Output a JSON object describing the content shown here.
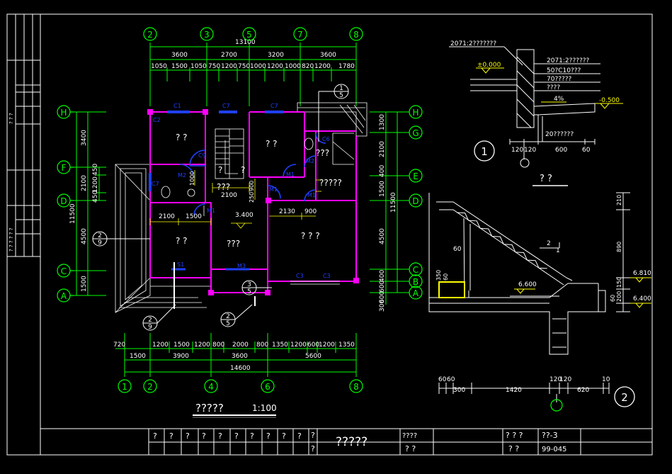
{
  "sheet": {
    "left_strip_upper": "? ? ?",
    "left_strip_lower": "? ? ? ? ? ?",
    "plan_title": "?????",
    "plan_scale": "1:100",
    "title_block": {
      "sign_cells": [
        "?",
        "?",
        "?",
        "?",
        "?",
        "?",
        "?",
        "?",
        "?",
        "?"
      ],
      "q_cells": [
        "?",
        "?"
      ],
      "drawing_name": "?????",
      "project_label": "????",
      "project_value": "? ?",
      "drawing_no_label": "? ? ?",
      "drawing_no": "??-3",
      "date_label": "? ?",
      "date_value": "99-045"
    }
  },
  "plan": {
    "axes_top": [
      "2",
      "3",
      "5",
      "7",
      "8"
    ],
    "axes_bottom": [
      "1",
      "2",
      "4",
      "6",
      "8"
    ],
    "axes_left": [
      "H",
      "F",
      "D",
      "C",
      "A"
    ],
    "axes_right": [
      "H",
      "G",
      "E",
      "D",
      "C",
      "B",
      "A"
    ],
    "dims_top": {
      "overall": "13100",
      "bays": [
        "3600",
        "2700",
        "3200",
        "3600"
      ],
      "sub": [
        "1050",
        "1500",
        "1050",
        "750",
        "1200",
        "750",
        "1000",
        "1200",
        "1000",
        "820",
        "1200",
        "1780"
      ]
    },
    "dims_bottom": {
      "sub": [
        "720",
        "1200",
        "1500",
        "1200",
        "800",
        "2000",
        "800",
        "1350",
        "1200",
        "600",
        "1200",
        "1350"
      ],
      "bays": [
        "1500",
        "3900",
        "3600",
        "5600"
      ],
      "overall": "14600"
    },
    "dims_left": {
      "bays": [
        "3400",
        "2100",
        "4500",
        "1500"
      ],
      "overall": "11500",
      "sub": [
        "450",
        "1200",
        "450"
      ]
    },
    "dims_right": {
      "bays": [
        "1300",
        "2100",
        "1500",
        "4500"
      ],
      "overall": "11500",
      "sub": [
        "400",
        "400",
        "600",
        "600",
        "300"
      ]
    },
    "room_labels": {
      "nw_room": "? ?",
      "mid_room": "? ?",
      "sw_room": "? ?",
      "living": "???",
      "se_room": "? ? ?",
      "wc": "???",
      "corridor": "?????",
      "stair_a": "?",
      "stair_b": "?",
      "stair_c": "???"
    },
    "openings": {
      "c1": "C1",
      "c7a": "C7",
      "c7b": "C7",
      "c7c": "C7",
      "c6": "C6",
      "c2": "C2",
      "c3a": "C3",
      "c3b": "C3",
      "m1": "M1",
      "m1b": "M1",
      "m1c": "M1",
      "m1d": "M1",
      "m2a": "M2",
      "m2b": "M2",
      "m3": "M3",
      "c9": "C9",
      "s1": "S1"
    },
    "inner_dims": {
      "d2100a": "2100",
      "d2100b": "2100",
      "d1500": "1500",
      "d2130": "2130",
      "d900": "900",
      "d1000": "1000",
      "d250": "250",
      "d900b": "900"
    },
    "elevation": "3.400",
    "callouts": [
      {
        "top": "1",
        "bottom": "5"
      },
      {
        "top": "2",
        "bottom": "9"
      },
      {
        "top": "2",
        "bottom": "9"
      },
      {
        "top": "2",
        "bottom": "5"
      },
      {
        "top": "3",
        "bottom": "5"
      }
    ]
  },
  "detail1": {
    "note_top": "2071:2???????",
    "elev_zero": "±0.000",
    "layers": [
      "2071:2??????",
      "50?C10???",
      "70?????",
      "????"
    ],
    "slope": "4%",
    "elev_neg": "-0.500",
    "note_bottom": "20??????",
    "dim_a": "120",
    "dim_b": "120",
    "dim_c": "600",
    "dim_d": "60",
    "number": "1",
    "caption": "? ?"
  },
  "detail2": {
    "dim_60": "60",
    "dim_350": "350",
    "dim_60b": "60",
    "dim_210": "210",
    "dim_890": "890",
    "dim_150": "150",
    "dim_200": "200",
    "dim_60c": "60",
    "elev_6810": "6.810",
    "elev_6400": "6.400",
    "elev_6600": "6.600",
    "slope_num": "2",
    "slope_den": "1",
    "bottom_dims": [
      "60",
      "60",
      "300",
      "1420",
      "120",
      "120",
      "620",
      "10"
    ],
    "number": "2"
  }
}
